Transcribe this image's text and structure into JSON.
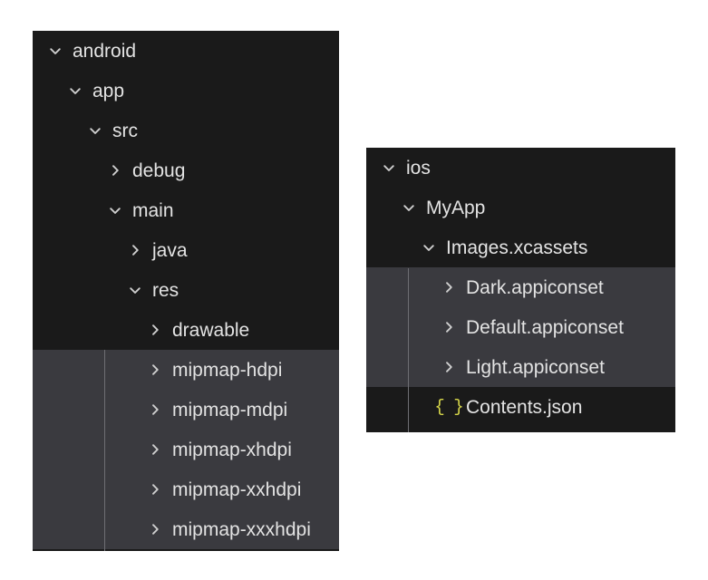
{
  "panels": [
    {
      "id": "android",
      "root_label": "android",
      "rows": [
        {
          "label": "android",
          "depth": 0,
          "state": "expanded",
          "icon": "chevron-down-icon",
          "selected": false
        },
        {
          "label": "app",
          "depth": 1,
          "state": "expanded",
          "icon": "chevron-down-icon",
          "selected": false
        },
        {
          "label": "src",
          "depth": 2,
          "state": "expanded",
          "icon": "chevron-down-icon",
          "selected": false
        },
        {
          "label": "debug",
          "depth": 3,
          "state": "collapsed",
          "icon": "chevron-right-icon",
          "selected": false
        },
        {
          "label": "main",
          "depth": 3,
          "state": "expanded",
          "icon": "chevron-down-icon",
          "selected": false
        },
        {
          "label": "java",
          "depth": 4,
          "state": "collapsed",
          "icon": "chevron-right-icon",
          "selected": false
        },
        {
          "label": "res",
          "depth": 4,
          "state": "expanded",
          "icon": "chevron-down-icon",
          "selected": false
        },
        {
          "label": "drawable",
          "depth": 5,
          "state": "collapsed",
          "icon": "chevron-right-icon",
          "selected": false
        },
        {
          "label": "mipmap-hdpi",
          "depth": 5,
          "state": "collapsed",
          "icon": "chevron-right-icon",
          "selected": true
        },
        {
          "label": "mipmap-mdpi",
          "depth": 5,
          "state": "collapsed",
          "icon": "chevron-right-icon",
          "selected": true
        },
        {
          "label": "mipmap-xhdpi",
          "depth": 5,
          "state": "collapsed",
          "icon": "chevron-right-icon",
          "selected": true
        },
        {
          "label": "mipmap-xxhdpi",
          "depth": 5,
          "state": "collapsed",
          "icon": "chevron-right-icon",
          "selected": true
        },
        {
          "label": "mipmap-xxxhdpi",
          "depth": 5,
          "state": "collapsed",
          "icon": "chevron-right-icon",
          "selected": true
        }
      ]
    },
    {
      "id": "ios",
      "root_label": "ios",
      "rows": [
        {
          "label": "ios",
          "depth": 0,
          "state": "expanded",
          "icon": "chevron-down-icon",
          "selected": false
        },
        {
          "label": "MyApp",
          "depth": 1,
          "state": "expanded",
          "icon": "chevron-down-icon",
          "selected": false
        },
        {
          "label": "Images.xcassets",
          "depth": 2,
          "state": "expanded",
          "icon": "chevron-down-icon",
          "selected": false
        },
        {
          "label": "Dark.appiconset",
          "depth": 3,
          "state": "collapsed",
          "icon": "chevron-right-icon",
          "selected": true
        },
        {
          "label": "Default.appiconset",
          "depth": 3,
          "state": "collapsed",
          "icon": "chevron-right-icon",
          "selected": true
        },
        {
          "label": "Light.appiconset",
          "depth": 3,
          "state": "collapsed",
          "icon": "chevron-right-icon",
          "selected": true
        },
        {
          "label": "Contents.json",
          "depth": 3,
          "state": "file",
          "icon": "json-file-icon",
          "selected": false
        }
      ]
    }
  ],
  "colors": {
    "panel_background": "#1a1a1a",
    "selected_row_background": "#3a3a3f",
    "label_text": "#e3e3e3",
    "chevron": "#cfcfcf",
    "json_icon": "#d7d74a",
    "indent_guide": "#6e6e73",
    "page_background": "#ffffff"
  }
}
